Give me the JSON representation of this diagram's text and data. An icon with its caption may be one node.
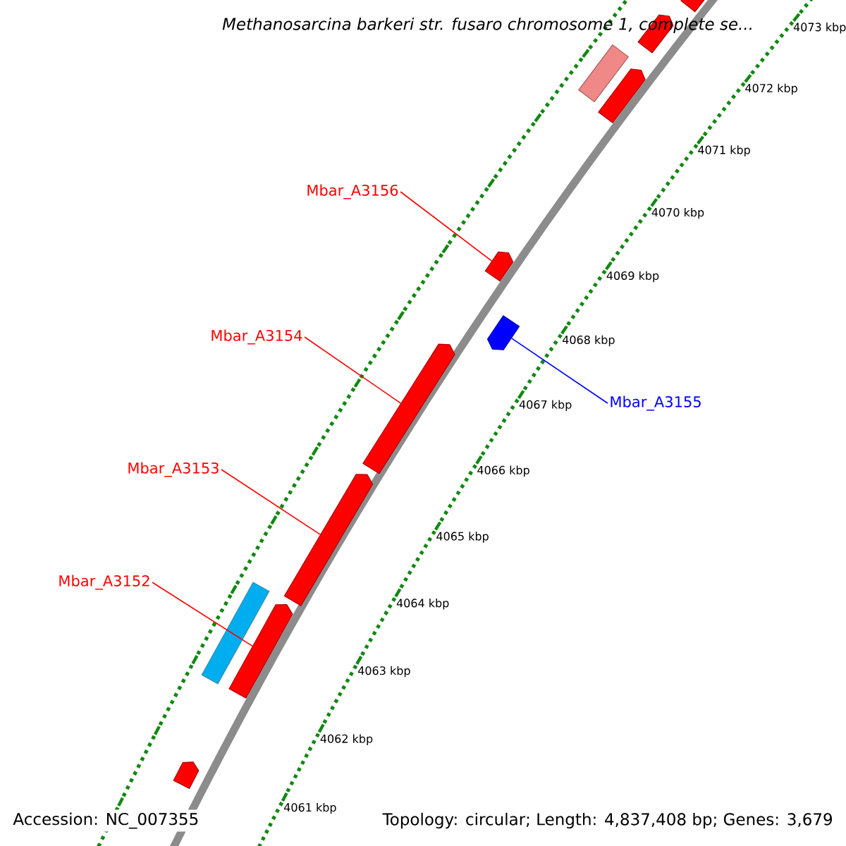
{
  "diagram": {
    "title": "Methanosarcina barkeri str. fusaro chromosome 1, complete se...",
    "nodes": [
      {
        "text": [],
        "shape": "pentagon"
      },
      {
        "text": [],
        "shape": "pentagon"
      },
      {
        "text": [],
        "shape": "bar"
      },
      {
        "text": [],
        "shape": "pentagon"
      },
      {
        "text": [
          "Mbar_A3156"
        ]
      },
      {
        "text": [],
        "shape": "pentagon"
      },
      {
        "text": [],
        "shape": "pentagon"
      },
      {
        "text": [
          "Mbar_A3154"
        ]
      },
      {
        "text": [
          "Mbar_A3155"
        ]
      },
      {
        "text": [],
        "shape": "pentagon"
      },
      {
        "text": [
          "Mbar_A3153"
        ]
      },
      {
        "text": [],
        "shape": "pentagon"
      },
      {
        "text": [
          "Mbar_A3152"
        ]
      },
      {
        "text": [],
        "shape": "bar"
      },
      {
        "text": [],
        "shape": "pentagon"
      },
      {
        "text": [],
        "shape": "pentagon"
      }
    ],
    "edges": [
      {
        "from": 4,
        "to": 5,
        "arrow": "none"
      },
      {
        "from": 7,
        "to": 9,
        "arrow": "none"
      },
      {
        "from": 8,
        "to": 6,
        "arrow": "none",
        "color": "#0000ff"
      },
      {
        "from": 10,
        "to": 11,
        "arrow": "none"
      },
      {
        "from": 12,
        "to": 14,
        "arrow": "none"
      }
    ],
    "labels": [
      "4073 kbp",
      "4072 kbp",
      "4071 kbp",
      "4070 kbp",
      "4069 kbp",
      "4068 kbp",
      "4067 kbp",
      "4066 kbp",
      "4065 kbp",
      "4064 kbp",
      "4063 kbp",
      "4062 kbp",
      "4061 kbp",
      "Accession: NC_007355",
      "Topology: circular; Length: 4,837,408 bp; Genes: 3,679"
    ]
  }
}
